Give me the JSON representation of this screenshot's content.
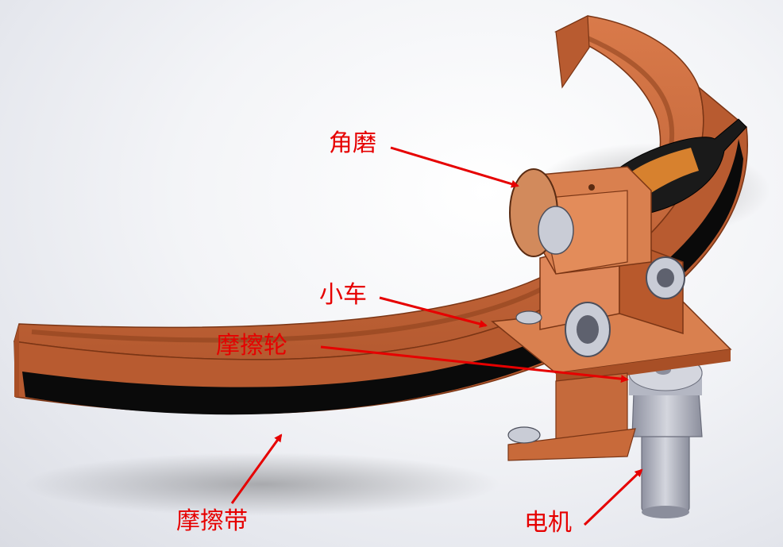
{
  "labels": {
    "angle_grinder": "角磨",
    "trolley": "小车",
    "friction_wheel": "摩擦轮",
    "friction_belt": "摩擦带",
    "motor": "电机"
  },
  "colors": {
    "rail": "#c8673a",
    "rail_dark": "#8a3f1c",
    "belt": "#0a0a0a",
    "steel": "#b9bcc8",
    "grinder_body": "#1a1a1a",
    "grinder_orange": "#d7812e",
    "annotation": "#e60000"
  }
}
